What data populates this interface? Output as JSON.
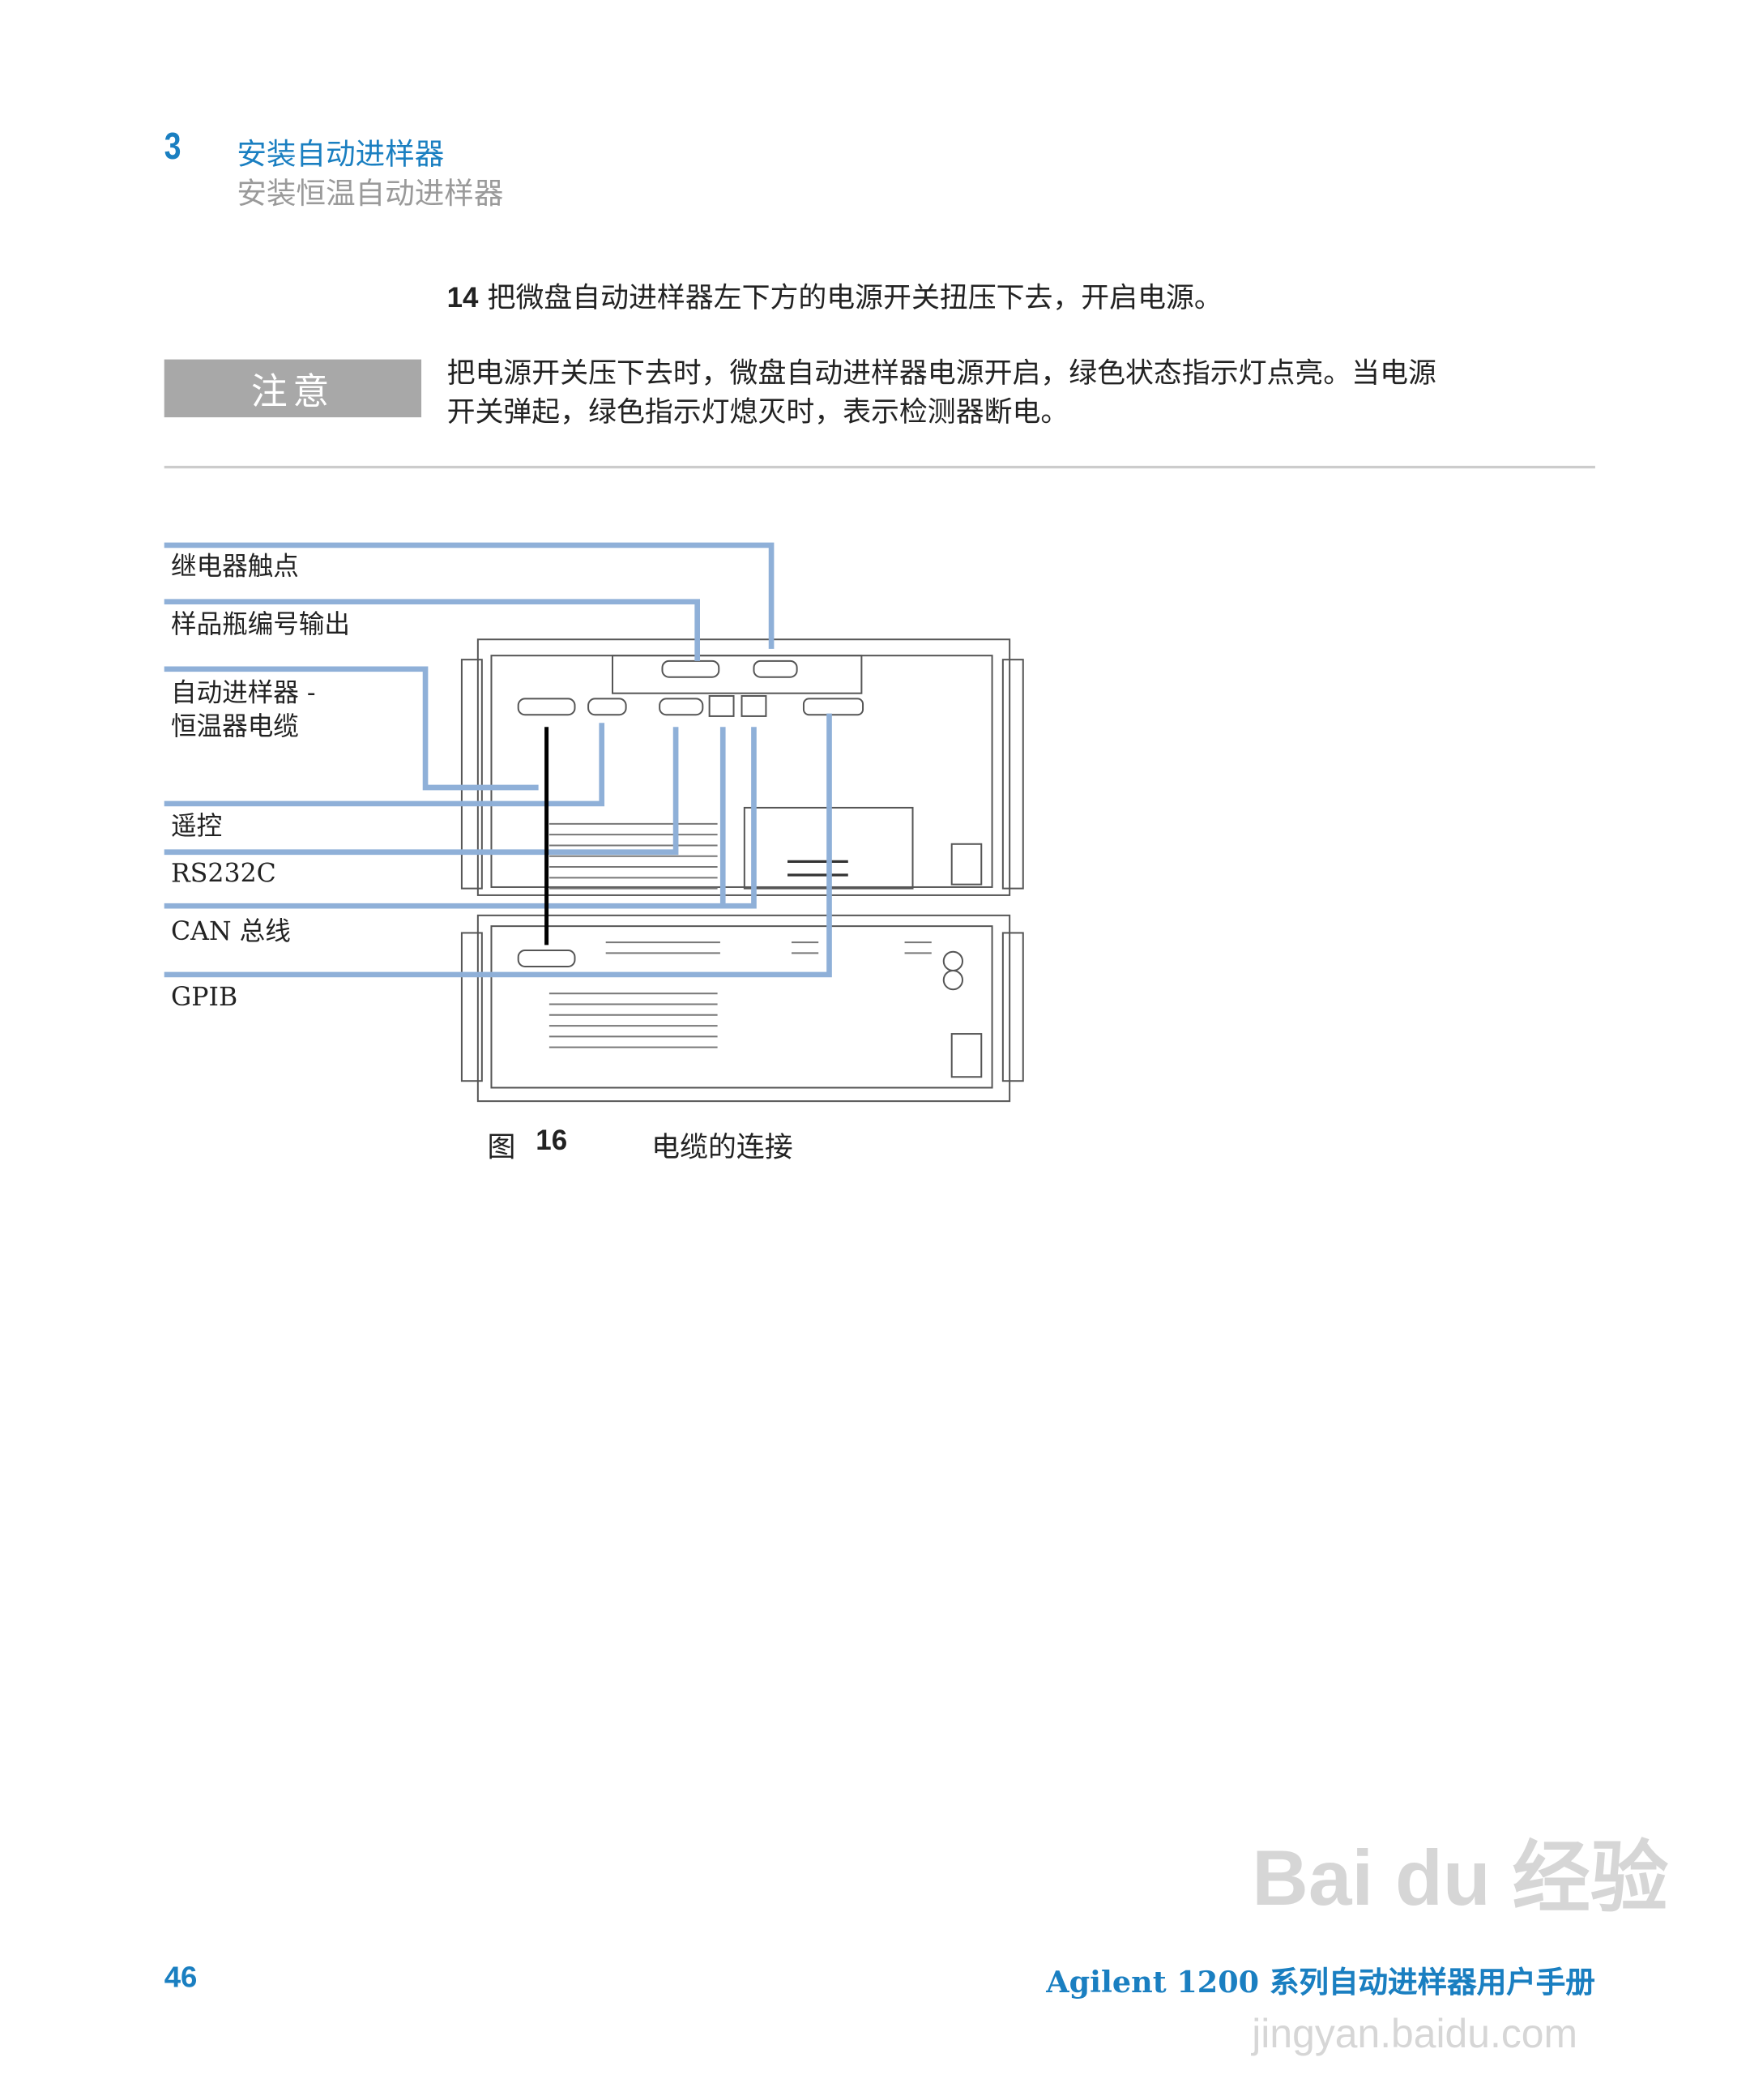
{
  "header": {
    "chapter_number": "3",
    "chapter_title": "安装自动进样器",
    "section_title": "安装恒温自动进样器"
  },
  "step": {
    "number": "14",
    "text": "把微盘自动进样器左下方的电源开关扭压下去，开启电源。"
  },
  "note": {
    "label": "注意",
    "lines": [
      "把电源开关压下去时，微盘自动进样器电源开启，绿色状态指示灯点亮。当电源",
      "开关弹起，绿色指示灯熄灭时，表示检测器断电。"
    ]
  },
  "figure": {
    "labels": {
      "relay_contacts": "继电器触点",
      "vial_number_output": "样品瓶编号输出",
      "autosampler_thermostat_1": "自动进样器 -",
      "autosampler_thermostat_2": "恒温器电缆",
      "remote": "遥控",
      "rs232c": "RS232C",
      "can_bus": "CAN 总线",
      "gpib": "GPIB"
    },
    "leader_color": "#8fb0d8",
    "caption_prefix": "图",
    "caption_number": "16",
    "caption_text": "电缆的连接"
  },
  "footer": {
    "page_number": "46",
    "manual_title": "Agilent 1200 系列自动进样器用户手册"
  },
  "watermark": {
    "line1": "Bai du 经验",
    "line2": "jingyan.baidu.com"
  }
}
